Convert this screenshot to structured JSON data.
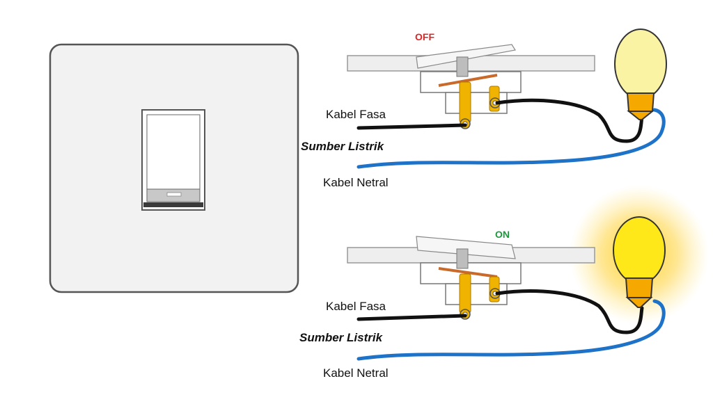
{
  "colors": {
    "off_state": "#d62828",
    "on_state": "#1a9a3c",
    "phase_wire": "#111111",
    "neutral_wire": "#1e73c8",
    "bulb_off": "#fbf3a4",
    "bulb_on": "#ffe81a",
    "bulb_base": "#f5a800",
    "terminal": "#f0b400",
    "plate": "#f2f2f2",
    "plate_border": "#555555"
  },
  "switch_plate": {
    "name": "wall-switch-front-view"
  },
  "diagrams": [
    {
      "state_label": "OFF",
      "state": "off",
      "phase_label": "Kabel Fasa",
      "source_label": "Sumber Listrik",
      "neutral_label": "Kabel Netral"
    },
    {
      "state_label": "ON",
      "state": "on",
      "phase_label": "Kabel Fasa",
      "source_label": "Sumber Listrik",
      "neutral_label": "Kabel Netral"
    }
  ]
}
